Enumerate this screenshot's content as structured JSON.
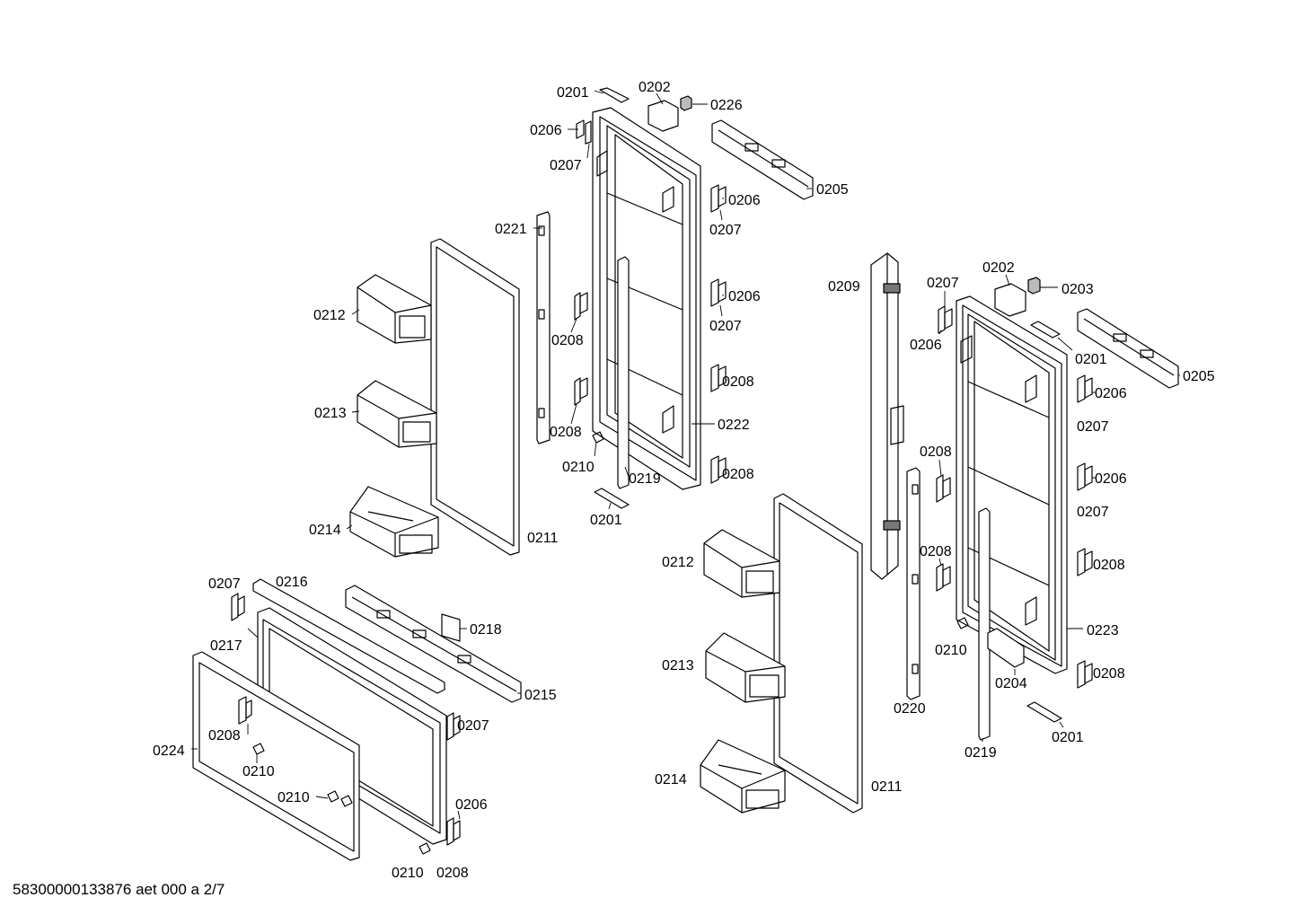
{
  "document": {
    "id": "58300000133876 aet 000 a 2/7"
  },
  "callouts": [
    {
      "id": "c-0201-a",
      "text": "0201"
    },
    {
      "id": "c-0202-a",
      "text": "0202"
    },
    {
      "id": "c-0226",
      "text": "0226"
    },
    {
      "id": "c-0206-a",
      "text": "0206"
    },
    {
      "id": "c-0207-a",
      "text": "0207"
    },
    {
      "id": "c-0205-a",
      "text": "0205"
    },
    {
      "id": "c-0206-b",
      "text": "0206"
    },
    {
      "id": "c-0207-b",
      "text": "0207"
    },
    {
      "id": "c-0221",
      "text": "0221"
    },
    {
      "id": "c-0206-c",
      "text": "0206"
    },
    {
      "id": "c-0207-c",
      "text": "0207"
    },
    {
      "id": "c-0212-a",
      "text": "0212"
    },
    {
      "id": "c-0208-a",
      "text": "0208"
    },
    {
      "id": "c-0208-b",
      "text": "0208"
    },
    {
      "id": "c-0213-a",
      "text": "0213"
    },
    {
      "id": "c-0222",
      "text": "0222"
    },
    {
      "id": "c-0208-c",
      "text": "0208"
    },
    {
      "id": "c-0210-a",
      "text": "0210"
    },
    {
      "id": "c-0208-d",
      "text": "0208"
    },
    {
      "id": "c-0219-a",
      "text": "0219"
    },
    {
      "id": "c-0201-b",
      "text": "0201"
    },
    {
      "id": "c-0214-a",
      "text": "0214"
    },
    {
      "id": "c-0211-a",
      "text": "0211"
    },
    {
      "id": "c-0209",
      "text": "0209"
    },
    {
      "id": "c-0207-d",
      "text": "0207"
    },
    {
      "id": "c-0202-b",
      "text": "0202"
    },
    {
      "id": "c-0203",
      "text": "0203"
    },
    {
      "id": "c-0206-d",
      "text": "0206"
    },
    {
      "id": "c-0201-c",
      "text": "0201"
    },
    {
      "id": "c-0205-b",
      "text": "0205"
    },
    {
      "id": "c-0206-e",
      "text": "0206"
    },
    {
      "id": "c-0207-e",
      "text": "0207"
    },
    {
      "id": "c-0208-e",
      "text": "0208"
    },
    {
      "id": "c-0206-f",
      "text": "0206"
    },
    {
      "id": "c-0207-f",
      "text": "0207"
    },
    {
      "id": "c-0208-f",
      "text": "0208"
    },
    {
      "id": "c-0208-g",
      "text": "0208"
    },
    {
      "id": "c-0212-b",
      "text": "0212"
    },
    {
      "id": "c-0210-b",
      "text": "0210"
    },
    {
      "id": "c-0223",
      "text": "0223"
    },
    {
      "id": "c-0213-b",
      "text": "0213"
    },
    {
      "id": "c-0204",
      "text": "0204"
    },
    {
      "id": "c-0208-h",
      "text": "0208"
    },
    {
      "id": "c-0220",
      "text": "0220"
    },
    {
      "id": "c-0219-b",
      "text": "0219"
    },
    {
      "id": "c-0201-d",
      "text": "0201"
    },
    {
      "id": "c-0214-b",
      "text": "0214"
    },
    {
      "id": "c-0211-b",
      "text": "0211"
    },
    {
      "id": "c-0207-g",
      "text": "0207"
    },
    {
      "id": "c-0216",
      "text": "0216"
    },
    {
      "id": "c-0217",
      "text": "0217"
    },
    {
      "id": "c-0218",
      "text": "0218"
    },
    {
      "id": "c-0215",
      "text": "0215"
    },
    {
      "id": "c-0207-h",
      "text": "0207"
    },
    {
      "id": "c-0224",
      "text": "0224"
    },
    {
      "id": "c-0208-i",
      "text": "0208"
    },
    {
      "id": "c-0210-c",
      "text": "0210"
    },
    {
      "id": "c-0210-d",
      "text": "0210"
    },
    {
      "id": "c-0206-g",
      "text": "0206"
    },
    {
      "id": "c-0210-e",
      "text": "0210"
    },
    {
      "id": "c-0208-j",
      "text": "0208"
    }
  ]
}
